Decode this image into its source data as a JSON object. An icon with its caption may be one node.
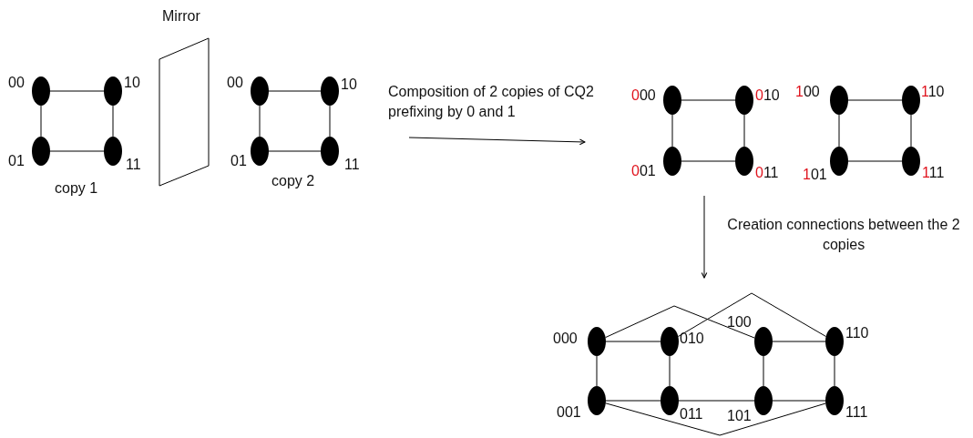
{
  "diagram": {
    "nodes": [
      {
        "text": [],
        "shape": "circle",
        "beside": [
          "00"
        ]
      },
      {
        "text": [],
        "shape": "circle",
        "beside": [
          "10"
        ]
      },
      {
        "text": [],
        "shape": "circle",
        "beside": [
          "01"
        ]
      },
      {
        "text": [],
        "shape": "circle",
        "beside": [
          "11"
        ]
      },
      {
        "text": [
          "Mirror"
        ]
      },
      {
        "text": [],
        "shape": "circle",
        "beside": [
          "00"
        ]
      },
      {
        "text": [],
        "shape": "circle",
        "beside": [
          "10"
        ]
      },
      {
        "text": [],
        "shape": "circle",
        "beside": [
          "01"
        ]
      },
      {
        "text": [],
        "shape": "circle",
        "beside": [
          "11"
        ]
      },
      {
        "text": [],
        "shape": "circle",
        "beside": [
          "000"
        ]
      },
      {
        "text": [],
        "shape": "circle",
        "beside": [
          "010"
        ]
      },
      {
        "text": [],
        "shape": "circle",
        "beside": [
          "100"
        ]
      },
      {
        "text": [],
        "shape": "circle",
        "beside": [
          "110"
        ]
      },
      {
        "text": [],
        "shape": "circle",
        "beside": [
          "001"
        ]
      },
      {
        "text": [],
        "shape": "circle",
        "beside": [
          "011"
        ]
      },
      {
        "text": [],
        "shape": "circle",
        "beside": [
          "101"
        ]
      },
      {
        "text": [],
        "shape": "circle",
        "beside": [
          "111"
        ]
      },
      {
        "text": [],
        "shape": "circle",
        "beside": [
          "000"
        ]
      },
      {
        "text": [],
        "shape": "circle",
        "beside": [
          "010"
        ]
      },
      {
        "text": [],
        "shape": "circle",
        "beside": [
          "100"
        ]
      },
      {
        "text": [],
        "shape": "circle",
        "beside": [
          "110"
        ]
      },
      {
        "text": [],
        "shape": "circle",
        "beside": [
          "001"
        ]
      },
      {
        "text": [],
        "shape": "circle",
        "beside": [
          "011"
        ]
      },
      {
        "text": [],
        "shape": "circle",
        "beside": [
          "101"
        ]
      },
      {
        "text": [],
        "shape": "circle",
        "beside": [
          "111"
        ]
      }
    ],
    "edges": [
      {
        "from": 0,
        "to": 1,
        "arrow": "none"
      },
      {
        "from": 0,
        "to": 2,
        "arrow": "none"
      },
      {
        "from": 1,
        "to": 3,
        "arrow": "none"
      },
      {
        "from": 2,
        "to": 3,
        "arrow": "none"
      },
      {
        "from": 5,
        "to": 6,
        "arrow": "none"
      },
      {
        "from": 5,
        "to": 7,
        "arrow": "none"
      },
      {
        "from": 6,
        "to": 8,
        "arrow": "none"
      },
      {
        "from": 7,
        "to": 8,
        "arrow": "none"
      },
      {
        "from": 9,
        "to": 10,
        "arrow": "none"
      },
      {
        "from": 9,
        "to": 13,
        "arrow": "none"
      },
      {
        "from": 10,
        "to": 14,
        "arrow": "none"
      },
      {
        "from": 13,
        "to": 14,
        "arrow": "none"
      },
      {
        "from": 11,
        "to": 12,
        "arrow": "none"
      },
      {
        "from": 11,
        "to": 15,
        "arrow": "none"
      },
      {
        "from": 12,
        "to": 16,
        "arrow": "none"
      },
      {
        "from": 15,
        "to": 16,
        "arrow": "none"
      },
      {
        "from": 17,
        "to": 18,
        "arrow": "none"
      },
      {
        "from": 17,
        "to": 21,
        "arrow": "none"
      },
      {
        "from": 18,
        "to": 22,
        "arrow": "none"
      },
      {
        "from": 21,
        "to": 22,
        "arrow": "none"
      },
      {
        "from": 22,
        "to": 23,
        "arrow": "none"
      },
      {
        "from": 19,
        "to": 20,
        "arrow": "none"
      },
      {
        "from": 19,
        "to": 23,
        "arrow": "none"
      },
      {
        "from": 20,
        "to": 24,
        "arrow": "none"
      },
      {
        "from": 23,
        "to": 24,
        "arrow": "none"
      },
      {
        "from": 17,
        "to": 19,
        "arrow": "none"
      },
      {
        "from": 18,
        "to": 20,
        "arrow": "none"
      },
      {
        "from": 21,
        "to": 24,
        "arrow": "none"
      }
    ],
    "labels": [
      "Composition  of 2 copies of CQ2 prefixing by 0 and 1",
      "copy 1",
      "copy 2",
      "Creation connections between the 2 copies"
    ]
  }
}
